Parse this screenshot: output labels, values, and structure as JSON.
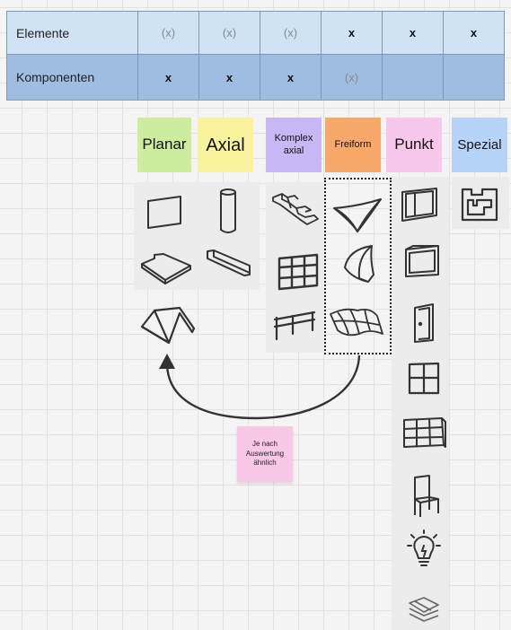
{
  "table": {
    "rows": [
      {
        "label": "Elemente",
        "cells": [
          "(x)",
          "(x)",
          "(x)",
          "x",
          "x",
          "x"
        ]
      },
      {
        "label": "Komponenten",
        "cells": [
          "x",
          "x",
          "x",
          "(x)",
          "",
          ""
        ]
      }
    ]
  },
  "categories": [
    {
      "label": "Planar",
      "color": "#cdec9c"
    },
    {
      "label": "Axial",
      "color": "#f8f39c"
    },
    {
      "label": "Komplex axial",
      "color": "#c8b6f5"
    },
    {
      "label": "Freiform",
      "color": "#f8a96a"
    },
    {
      "label": "Punkt",
      "color": "#f8c8ec"
    },
    {
      "label": "Spezial",
      "color": "#b6d4f9"
    }
  ],
  "sticky_note": {
    "text": "Je nach Auswertung ähnlich",
    "color": "#f9c8e6"
  },
  "icons": {
    "planar": [
      "panel-icon",
      "slab-icon",
      "roof-icon"
    ],
    "axial": [
      "column-icon",
      "beam-icon"
    ],
    "complex_axial": [
      "stair-icon",
      "grid-facade-icon",
      "railing-icon"
    ],
    "freeform": [
      "sail-icon",
      "curved-shell-icon",
      "curved-surface-icon"
    ],
    "point": [
      "window-icon",
      "box-frame-icon",
      "door-icon",
      "window-cross-icon",
      "facade-grid-icon",
      "chair-icon",
      "lightbulb-icon",
      "plate-stack-icon"
    ],
    "special": [
      "special-shape-icon"
    ]
  }
}
